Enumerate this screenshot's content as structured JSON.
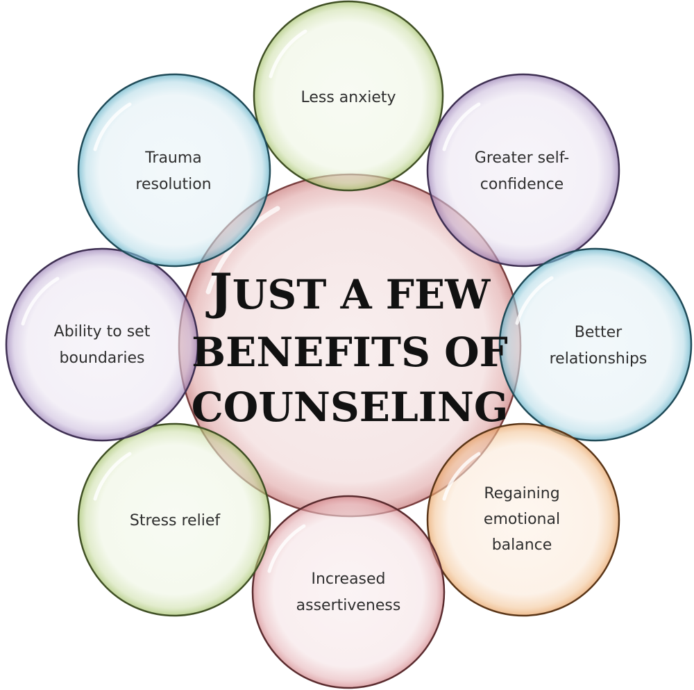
{
  "diagram": {
    "title": {
      "lines": [
        "JUST A FEW",
        "BENEFITS OF",
        "COUNSELING"
      ],
      "full": "Just a few benefits of counseling",
      "style": "small-caps serif",
      "color": "#111111"
    },
    "center_bubble": {
      "color": "#c97a7a",
      "fill": "#f7eaea"
    },
    "benefits": [
      {
        "position": "top",
        "lines": [
          "Less anxiety"
        ],
        "color": "#9cbc5e"
      },
      {
        "position": "top-right",
        "lines": [
          "Greater self-",
          "confidence"
        ],
        "color": "#8e72ad"
      },
      {
        "position": "right",
        "lines": [
          "Better",
          "relationships"
        ],
        "color": "#52a9c2"
      },
      {
        "position": "bottom-right",
        "lines": [
          "Regaining",
          "emotional",
          "balance"
        ],
        "color": "#e69a55"
      },
      {
        "position": "bottom",
        "lines": [
          "Increased",
          "assertiveness"
        ],
        "color": "#cf7b80"
      },
      {
        "position": "bottom-left",
        "lines": [
          "Stress relief"
        ],
        "color": "#9cbc5e"
      },
      {
        "position": "left",
        "lines": [
          "Ability to set",
          "boundaries"
        ],
        "color": "#8e72ad"
      },
      {
        "position": "top-left",
        "lines": [
          "Trauma",
          "resolution"
        ],
        "color": "#52a9c2"
      }
    ]
  }
}
